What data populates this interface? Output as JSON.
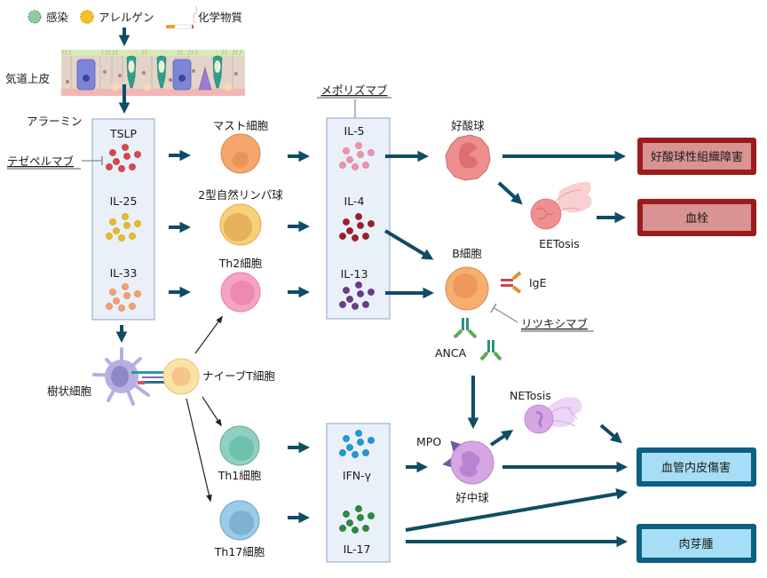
{
  "title": "好酸球性多発血管炎性肉芽腫症の病態",
  "triggers": [
    {
      "label": "感染",
      "icon": "virus-icon"
    },
    {
      "label": "アレルゲン",
      "icon": "allergen-pollen-icon"
    },
    {
      "label": "化学物質",
      "icon": "cigarette-icon"
    }
  ],
  "epithelium": {
    "label": "気道上皮"
  },
  "alarmins": {
    "label": "アラーミン",
    "items": [
      "TSLP",
      "IL-25",
      "IL-33"
    ],
    "inhibitor": "テゼペルマブ"
  },
  "type2_cells": [
    {
      "label": "マスト細胞"
    },
    {
      "label": "2型自然リンパ球"
    },
    {
      "label": "Th2細胞"
    }
  ],
  "type2_cytokines": {
    "items": [
      "IL-5",
      "IL-4",
      "IL-13"
    ],
    "inhibitor": "メポリズマブ"
  },
  "eosinophil": {
    "label": "好酸球",
    "eetosis_label": "EETosis"
  },
  "bcell": {
    "label": "B細胞",
    "ige_label": "IgE",
    "anca_label": "ANCA",
    "inhibitor": "リツキシマブ"
  },
  "dendritic": {
    "label": "樹状細胞",
    "naive_t_label": "ナイーブT細胞"
  },
  "th_cells": [
    {
      "label": "Th1細胞"
    },
    {
      "label": "Th17細胞"
    }
  ],
  "other_cytokines": {
    "items": [
      "IFN-γ",
      "IL-17"
    ]
  },
  "neutrophil": {
    "label": "好中球",
    "mpo_label": "MPO",
    "netosis_label": "NETosis"
  },
  "outcomes_eos": [
    "好酸球性組織障害",
    "血栓"
  ],
  "outcomes_vasc": [
    "血管内皮傷害",
    "肉芽腫"
  ],
  "colors": {
    "arrow": "#0e4d64",
    "eos_box_border": "#8b1a1a",
    "eos_box_fill": "#d99393",
    "vasc_box_border": "#0e5f82",
    "vasc_box_fill": "#a6dff5",
    "cytokine_panel_fill": "#eaf0f8",
    "cytokine_panel_border": "#9db2cf"
  }
}
